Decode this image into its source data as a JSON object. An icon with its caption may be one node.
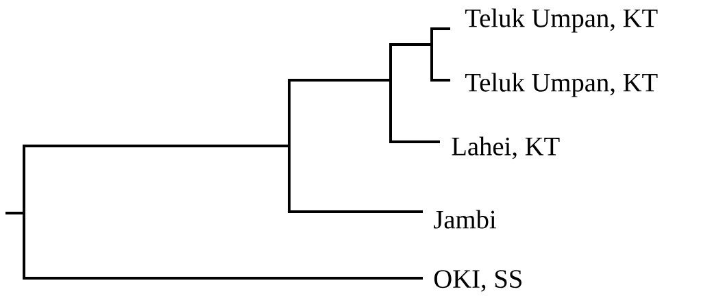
{
  "diagram": {
    "labels": [
      "Teluk Umpan, KT",
      "Teluk Umpan, KT",
      "Lahei, KT",
      "Jambi",
      "OKI, SS"
    ]
  }
}
